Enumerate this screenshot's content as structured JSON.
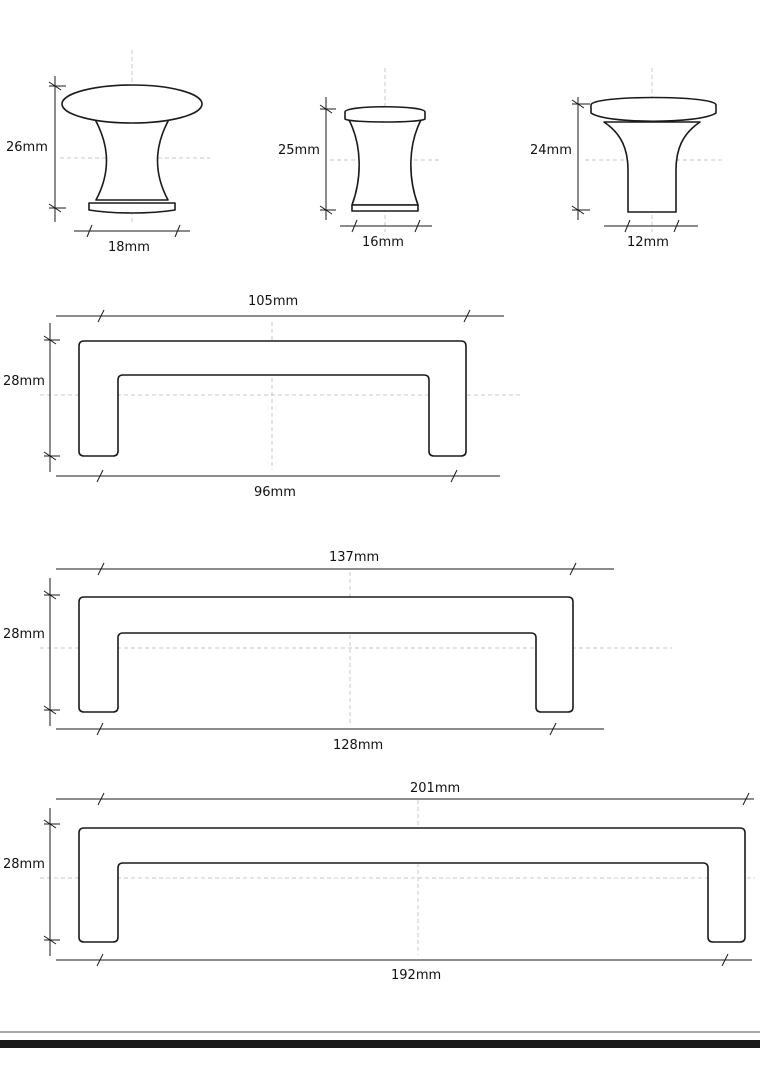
{
  "knobs": [
    {
      "name": "knob-round",
      "height": "26mm",
      "width": "18mm"
    },
    {
      "name": "knob-barrel",
      "height": "25mm",
      "width": "16mm"
    },
    {
      "name": "knob-mushroom",
      "height": "24mm",
      "width": "12mm"
    }
  ],
  "handles": [
    {
      "overall_length": "105mm",
      "hole_spacing": "96mm",
      "height": "28mm"
    },
    {
      "overall_length": "137mm",
      "hole_spacing": "128mm",
      "height": "28mm"
    },
    {
      "overall_length": "201mm",
      "hole_spacing": "192mm",
      "height": "28mm"
    }
  ]
}
